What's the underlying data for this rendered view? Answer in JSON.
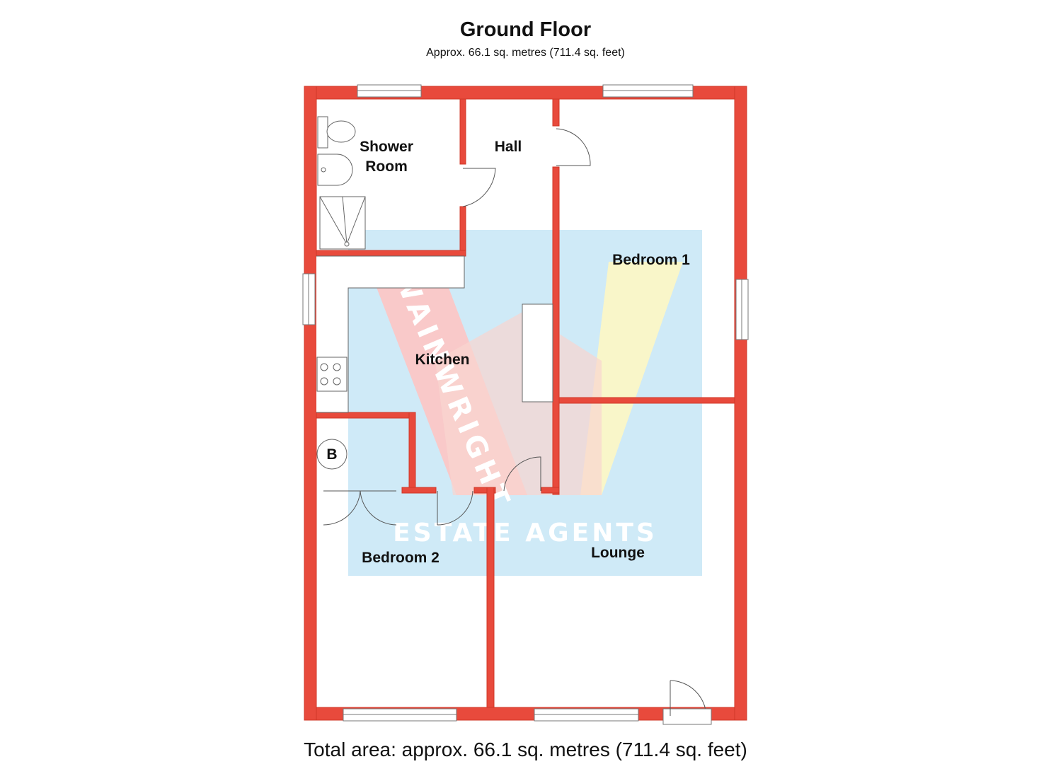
{
  "title": "Ground Floor",
  "subtitle": "Approx. 66.1 sq. metres (711.4 sq. feet)",
  "total_area": "Total area: approx. 66.1 sq. metres (711.4 sq. feet)",
  "rooms": {
    "shower_room_line1": "Shower",
    "shower_room_line2": "Room",
    "hall": "Hall",
    "bedroom1": "Bedroom 1",
    "kitchen": "Kitchen",
    "bedroom2": "Bedroom 2",
    "lounge": "Lounge"
  },
  "boiler_label": "B",
  "watermark": {
    "brand": "WAINWRIGHT",
    "tagline": "ESTATE AGENTS"
  },
  "colors": {
    "wall": "#e84a3c",
    "watermark_blue": "#bfe3f5",
    "watermark_red": "#f7b8b8",
    "watermark_yellow": "#f8f3b8"
  }
}
